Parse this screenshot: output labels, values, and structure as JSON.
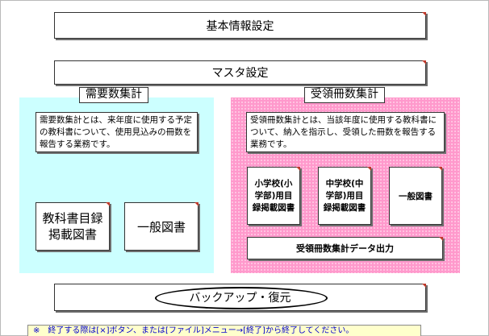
{
  "buttons": {
    "basic_settings": "基本情報設定",
    "master_settings": "マスタ設定",
    "backup_restore": "バックアップ・復元"
  },
  "demand": {
    "title": "需要数集計",
    "description": "需要数集計とは、来年度に使用する予定の教科書について、使用見込みの冊数を報告する業務です。",
    "textbook_catalog": "教科書目録掲載図書",
    "general_books": "一般図書"
  },
  "received": {
    "title": "受領冊数集計",
    "description": "受領冊数集計とは、当該年度に使用する教科書について、納入を指示し、受領した冊数を報告する業務です。",
    "elementary": "小学校(小学部)用目録掲載図書",
    "junior_high": "中学校(中学部)用目録掲載図書",
    "general_books": "一般図書",
    "data_output": "受領冊数集計データ出力"
  },
  "status_message": "※　終了する際は[×]ボタン、または[ファイル]メニュー→[終了]から終了してください。"
}
